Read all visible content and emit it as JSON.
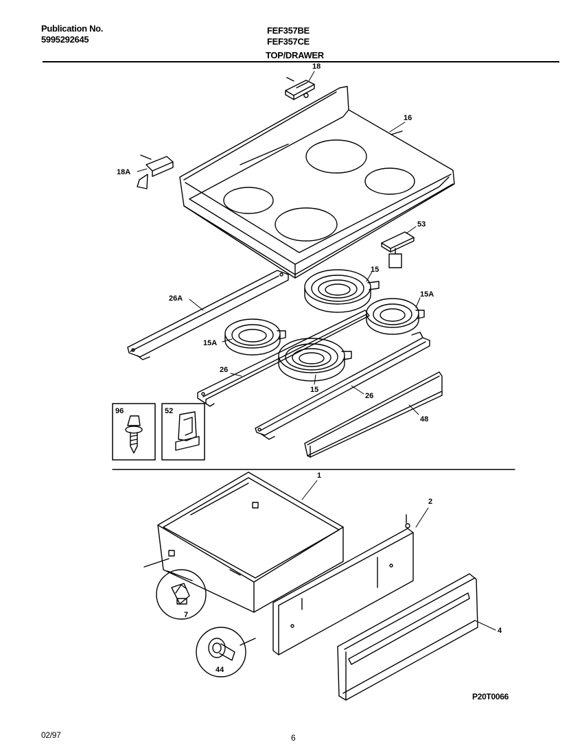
{
  "header": {
    "publication_label": "Publication No.",
    "publication_number": "5995292645",
    "model_1": "FEF357BE",
    "model_2": "FEF357CE",
    "section_title": "TOP/DRAWER"
  },
  "callouts": {
    "top_clip_right": "18",
    "cooktop": "16",
    "top_clip_left": "18A",
    "terminal_block": "53",
    "element_rear_large": "15",
    "element_right_small": "15A",
    "rear_bracket": "26A",
    "element_left_small": "15A",
    "element_front_large": "15",
    "front_bracket": "26",
    "center_bracket": "26",
    "inset_screw": "96",
    "inset_clip": "52",
    "trim_channel": "48",
    "drawer_body": "1",
    "drawer_front_panel": "2",
    "drawer_handle_panel": "4",
    "drawer_glide": "7",
    "drawer_roller": "44"
  },
  "footer": {
    "diagram_code": "P20T0066",
    "date": "02/97",
    "page_number": "6"
  }
}
